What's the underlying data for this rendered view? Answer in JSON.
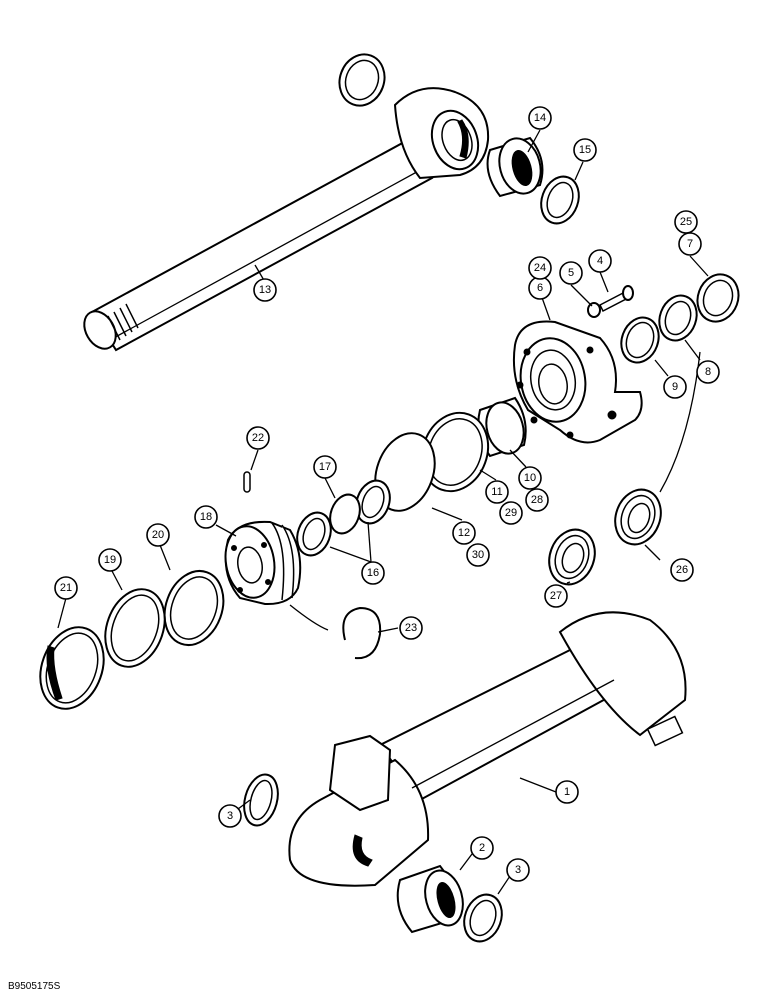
{
  "figure_id": "B9505175S",
  "callouts": [
    "1",
    "2",
    "3",
    "3",
    "4",
    "5",
    "6",
    "7",
    "8",
    "9",
    "10",
    "11",
    "12",
    "13",
    "14",
    "15",
    "16",
    "17",
    "18",
    "19",
    "20",
    "21",
    "22",
    "23",
    "24",
    "25",
    "26",
    "27",
    "28",
    "29",
    "30"
  ]
}
